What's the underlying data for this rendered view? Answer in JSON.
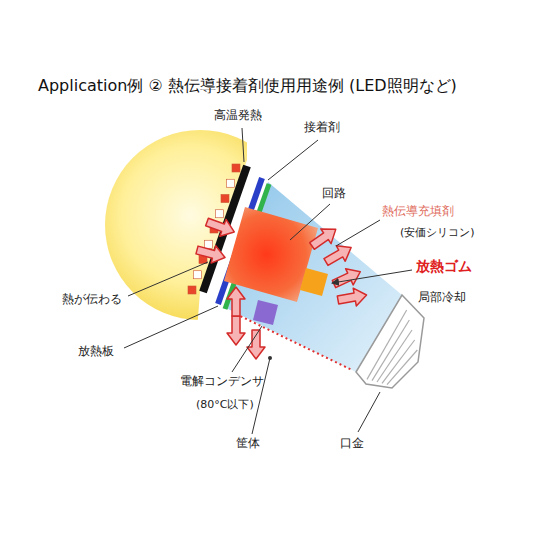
{
  "diagram": {
    "title": "Application例 ② 熱伝導接着剤使用用途例 (LED照明など)",
    "labels": [
      "高温発熱",
      "接着剤",
      "回路",
      "熱伝導充填剤",
      "(安価シリコン)",
      "放熱ゴム",
      "局部冷却",
      "熱が伝わる",
      "放熱板",
      "電解コンデンサ",
      "(80°C以下)",
      "筐体",
      "口金"
    ]
  }
}
